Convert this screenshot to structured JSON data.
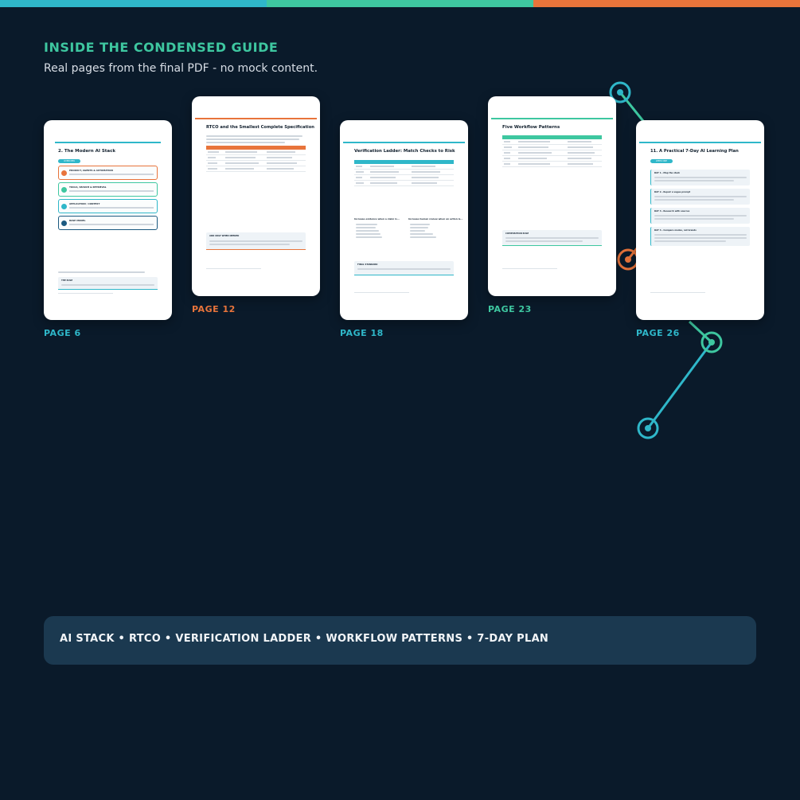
{
  "colors": {
    "background": "#0a1a2a",
    "teal": "#2fb7c9",
    "green": "#3ec7a0",
    "orange": "#e8743b",
    "bar": "#1b3950"
  },
  "top_bar": [
    {
      "color": "#2fb7c9",
      "width": 335
    },
    {
      "color": "#3ec7a0",
      "width": 335
    },
    {
      "color": "#e8743b",
      "width": 335
    }
  ],
  "header": {
    "title": "INSIDE THE CONDENSED GUIDE",
    "subtitle": "Real pages from the final PDF - no mock content."
  },
  "pages": [
    {
      "caption": "PAGE 6",
      "accent": "#2fb7c9",
      "title": "2. The Modern AI Stack",
      "section_label": "OVERVIEW",
      "stack_items": [
        {
          "label": "PRODUCT, AGENTS & AUTOMATION",
          "color": "#e8743b"
        },
        {
          "label": "TOOLS, SEARCH & RETRIEVAL",
          "color": "#3ec7a0"
        },
        {
          "label": "APPLICATION / CONTEXT",
          "color": "#2fb7c9"
        },
        {
          "label": "BASE MODEL",
          "color": "#1b5a80"
        }
      ],
      "callout_title": "THE RULE"
    },
    {
      "caption": "PAGE 12",
      "accent": "#e8743b",
      "title": "RTCO and the Smallest Complete Specification",
      "callout_title": "ADD ONLY WHEN NEEDED"
    },
    {
      "caption": "PAGE 18",
      "accent": "#2fb7c9",
      "title": "Verification Ladder: Match Checks to Risk",
      "col_left": "Increase evidence when a claim is...",
      "col_right": "Increase human review when an action is...",
      "callout_title": "FINAL STANDARD"
    },
    {
      "caption": "PAGE 23",
      "accent": "#3ec7a0",
      "title": "Five Workflow Patterns",
      "callout_title": "COMPOSITION RULE"
    },
    {
      "caption": "PAGE 26",
      "accent": "#2fb7c9",
      "title": "11. A Practical 7-Day AI Learning Plan",
      "section_label": "WEEK ONE",
      "days": [
        "DAY 1 - Map the stack",
        "DAY 2 - Repair a vague prompt",
        "DAY 3 - Research with sources",
        "DAY 4 - Compare modes, not brands"
      ]
    }
  ],
  "bottom_bar": {
    "text": "AI STACK • RTCO • VERIFICATION LADDER • WORKFLOW PATTERNS • 7-DAY PLAN"
  }
}
